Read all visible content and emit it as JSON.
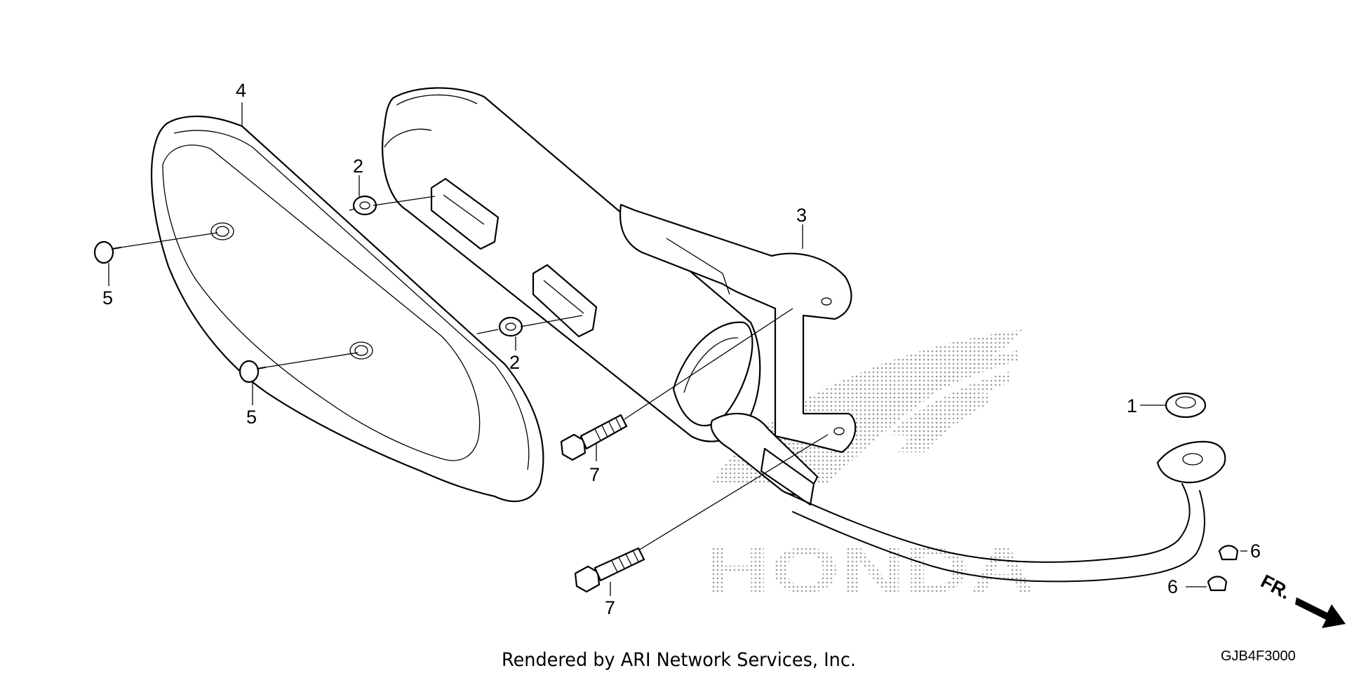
{
  "diagram": {
    "callouts": [
      {
        "id": "c1",
        "label": "1"
      },
      {
        "id": "c2a",
        "label": "2"
      },
      {
        "id": "c2b",
        "label": "2"
      },
      {
        "id": "c3",
        "label": "3"
      },
      {
        "id": "c4",
        "label": "4"
      },
      {
        "id": "c5a",
        "label": "5"
      },
      {
        "id": "c5b",
        "label": "5"
      },
      {
        "id": "c6a",
        "label": "6"
      },
      {
        "id": "c6b",
        "label": "6"
      },
      {
        "id": "c7a",
        "label": "7"
      },
      {
        "id": "c7b",
        "label": "7"
      }
    ],
    "watermark": "HONDA",
    "direction_label": "FR.",
    "footer": "Rendered by ARI Network Services, Inc.",
    "diagram_code": "GJB4F3000"
  }
}
